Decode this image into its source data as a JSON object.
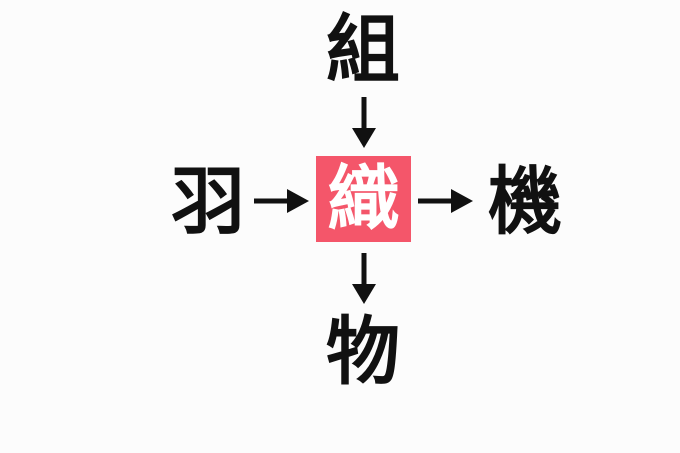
{
  "diagram": {
    "type": "kanji-relation-cross",
    "background_color": "#fcfcfc",
    "highlight_color": "#f4566a",
    "text_color": "#111111",
    "highlight_text_color": "#ffffff",
    "center": {
      "character": "織",
      "role": "highlighted-center-kanji",
      "highlighted": true
    },
    "top": {
      "character": "組",
      "role": "related-kanji-top"
    },
    "left": {
      "character": "羽",
      "role": "related-kanji-left"
    },
    "right": {
      "character": "機",
      "role": "related-kanji-right"
    },
    "bottom": {
      "character": "物",
      "role": "related-kanji-bottom"
    },
    "arrows": {
      "top": {
        "glyph": "↓",
        "direction": "down",
        "from": "組",
        "to": "織"
      },
      "left": {
        "glyph": "→",
        "direction": "right",
        "from": "羽",
        "to": "織"
      },
      "right": {
        "glyph": "→",
        "direction": "right",
        "from": "織",
        "to": "機"
      },
      "bottom": {
        "glyph": "↓",
        "direction": "down",
        "from": "織",
        "to": "物"
      }
    }
  }
}
